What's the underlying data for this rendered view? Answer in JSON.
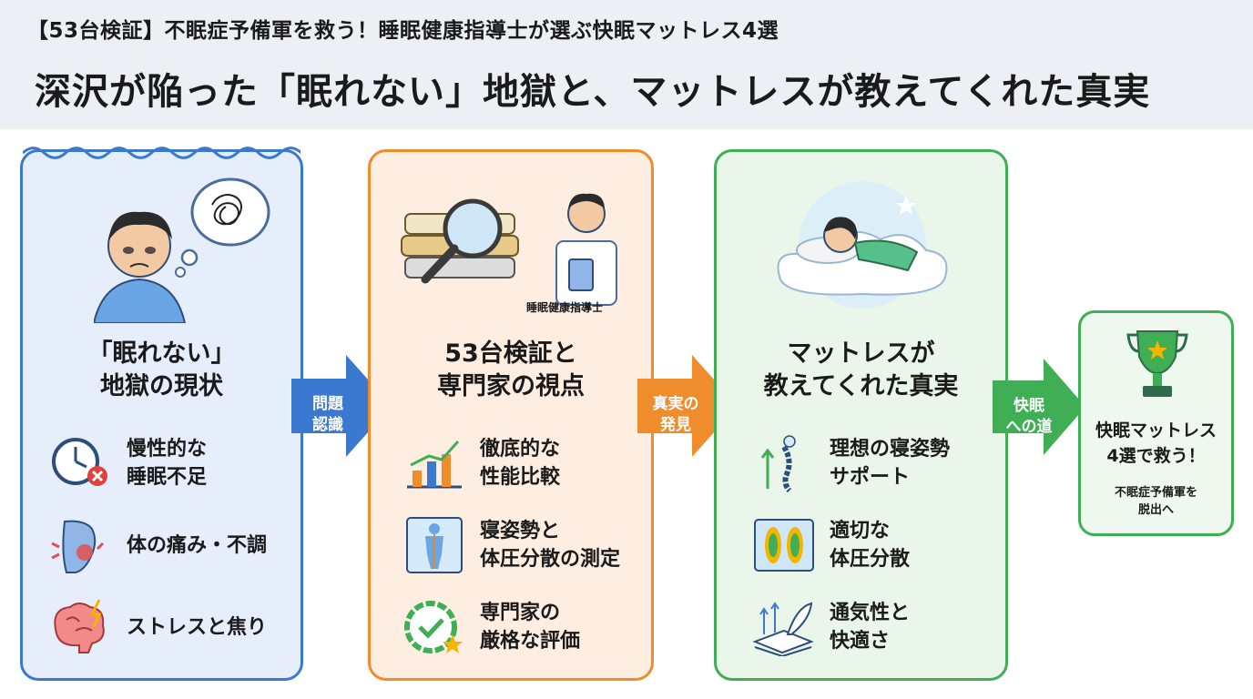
{
  "header": {
    "subtitle": "【53台検証】不眠症予備軍を救う！睡眠健康指導士が選ぶ快眠マットレス4選",
    "title": "深沢が陥った「眠れない」地獄と、マットレスが教えてくれた真実"
  },
  "panels": [
    {
      "heading_line1": "「眠れない」",
      "heading_line2": "地獄の現状",
      "items": [
        {
          "line1": "慢性的な",
          "line2": "睡眠不足",
          "icon": "clock-x-icon"
        },
        {
          "line1": "体の痛み・不調",
          "line2": "",
          "icon": "back-pain-icon"
        },
        {
          "line1": "ストレスと焦り",
          "line2": "",
          "icon": "brain-lightning-icon"
        }
      ]
    },
    {
      "badge": "睡眠健康指導士",
      "heading_line1": "53台検証と",
      "heading_line2": "専門家の視点",
      "items": [
        {
          "line1": "徹底的な",
          "line2": "性能比較",
          "icon": "bar-chart-icon"
        },
        {
          "line1": "寝姿勢と",
          "line2": "体圧分散の測定",
          "icon": "body-scan-icon"
        },
        {
          "line1": "専門家の",
          "line2": "厳格な評価",
          "icon": "check-badge-icon"
        }
      ]
    },
    {
      "heading_line1": "マットレスが",
      "heading_line2": "教えてくれた真実",
      "items": [
        {
          "line1": "理想の寝姿勢",
          "line2": "サポート",
          "icon": "spine-icon"
        },
        {
          "line1": "適切な",
          "line2": "体圧分散",
          "icon": "footprint-map-icon"
        },
        {
          "line1": "通気性と",
          "line2": "快適さ",
          "icon": "feather-airflow-icon"
        }
      ]
    }
  ],
  "arrows": [
    {
      "line1": "問題",
      "line2": "認識",
      "color": "#3b78d0"
    },
    {
      "line1": "真実の",
      "line2": "発見",
      "color": "#ef8d2d"
    },
    {
      "line1": "快眠",
      "line2": "への道",
      "color": "#3fae55"
    }
  ],
  "goal": {
    "line1": "快眠マットレス",
    "line2": "4選で救う！",
    "sub_line1": "不眠症予備軍を",
    "sub_line2": "脱出へ",
    "icon": "trophy-icon"
  },
  "colors": {
    "blue": "#3b78d0",
    "orange": "#ef8d2d",
    "green": "#3fae55"
  }
}
